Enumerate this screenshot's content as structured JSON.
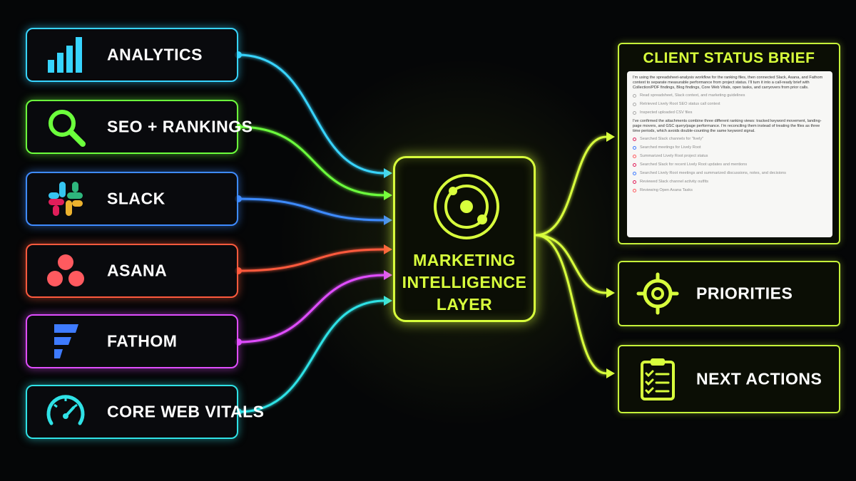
{
  "sources": [
    {
      "label": "ANALYTICS",
      "icon": "bar-chart-icon",
      "color": "#37d4ff"
    },
    {
      "label": "SEO + RANKINGS",
      "icon": "magnifier-icon",
      "color": "#6cff3c"
    },
    {
      "label": "SLACK",
      "icon": "slack-logo-icon",
      "color": "#3e8bff"
    },
    {
      "label": "ASANA",
      "icon": "asana-logo-icon",
      "color": "#ff5a3d"
    },
    {
      "label": "FATHOM",
      "icon": "fathom-logo-icon",
      "color": "#e04dff"
    },
    {
      "label": "CORE WEB VITALS",
      "icon": "speedometer-icon",
      "color": "#2fe2e6"
    }
  ],
  "core": {
    "line1": "MARKETING",
    "line2": "INTELLIGENCE",
    "line3": "LAYER",
    "icon": "orbit-icon",
    "color": "#d8ff3c"
  },
  "brief": {
    "title": "CLIENT STATUS BRIEF",
    "intro": "I'm using the spreadsheet-analysis workflow for the ranking files, then connected Slack, Asana, and Fathom context to separate measurable performance from project status. I'll turn it into a call-ready brief with Collection/PDF findings, Blog findings, Core Web Vitals, open tasks, and carryovers from prior calls.",
    "steps_a": [
      "Read spreadsheet, Slack context, and marketing guidelines",
      "Retrieved Lively Root SEO status call context",
      "Inspected uploaded CSV files"
    ],
    "middle": "I've confirmed the attachments combine three different ranking views: tracked keyword movement, landing-page movers, and GSC query/page performance. I'm reconciling them instead of treating the files as three time periods, which avoids double-counting the same keyword signal.",
    "steps_b": [
      "Searched Slack channels for \"lively\"",
      "Searched meetings for Lively Root",
      "Summarized Lively Root project status",
      "Searched Slack for recent Lively Root updates and mentions",
      "Searched Lively Root meetings and summarized discussions, notes, and decisions",
      "Reviewed Slack channel activity outfits",
      "Reviewing Open Asana Tasks"
    ]
  },
  "outputs": [
    {
      "label": "PRIORITIES",
      "icon": "target-icon"
    },
    {
      "label": "NEXT ACTIONS",
      "icon": "clipboard-checklist-icon"
    }
  ],
  "accent": "#c6f23a"
}
